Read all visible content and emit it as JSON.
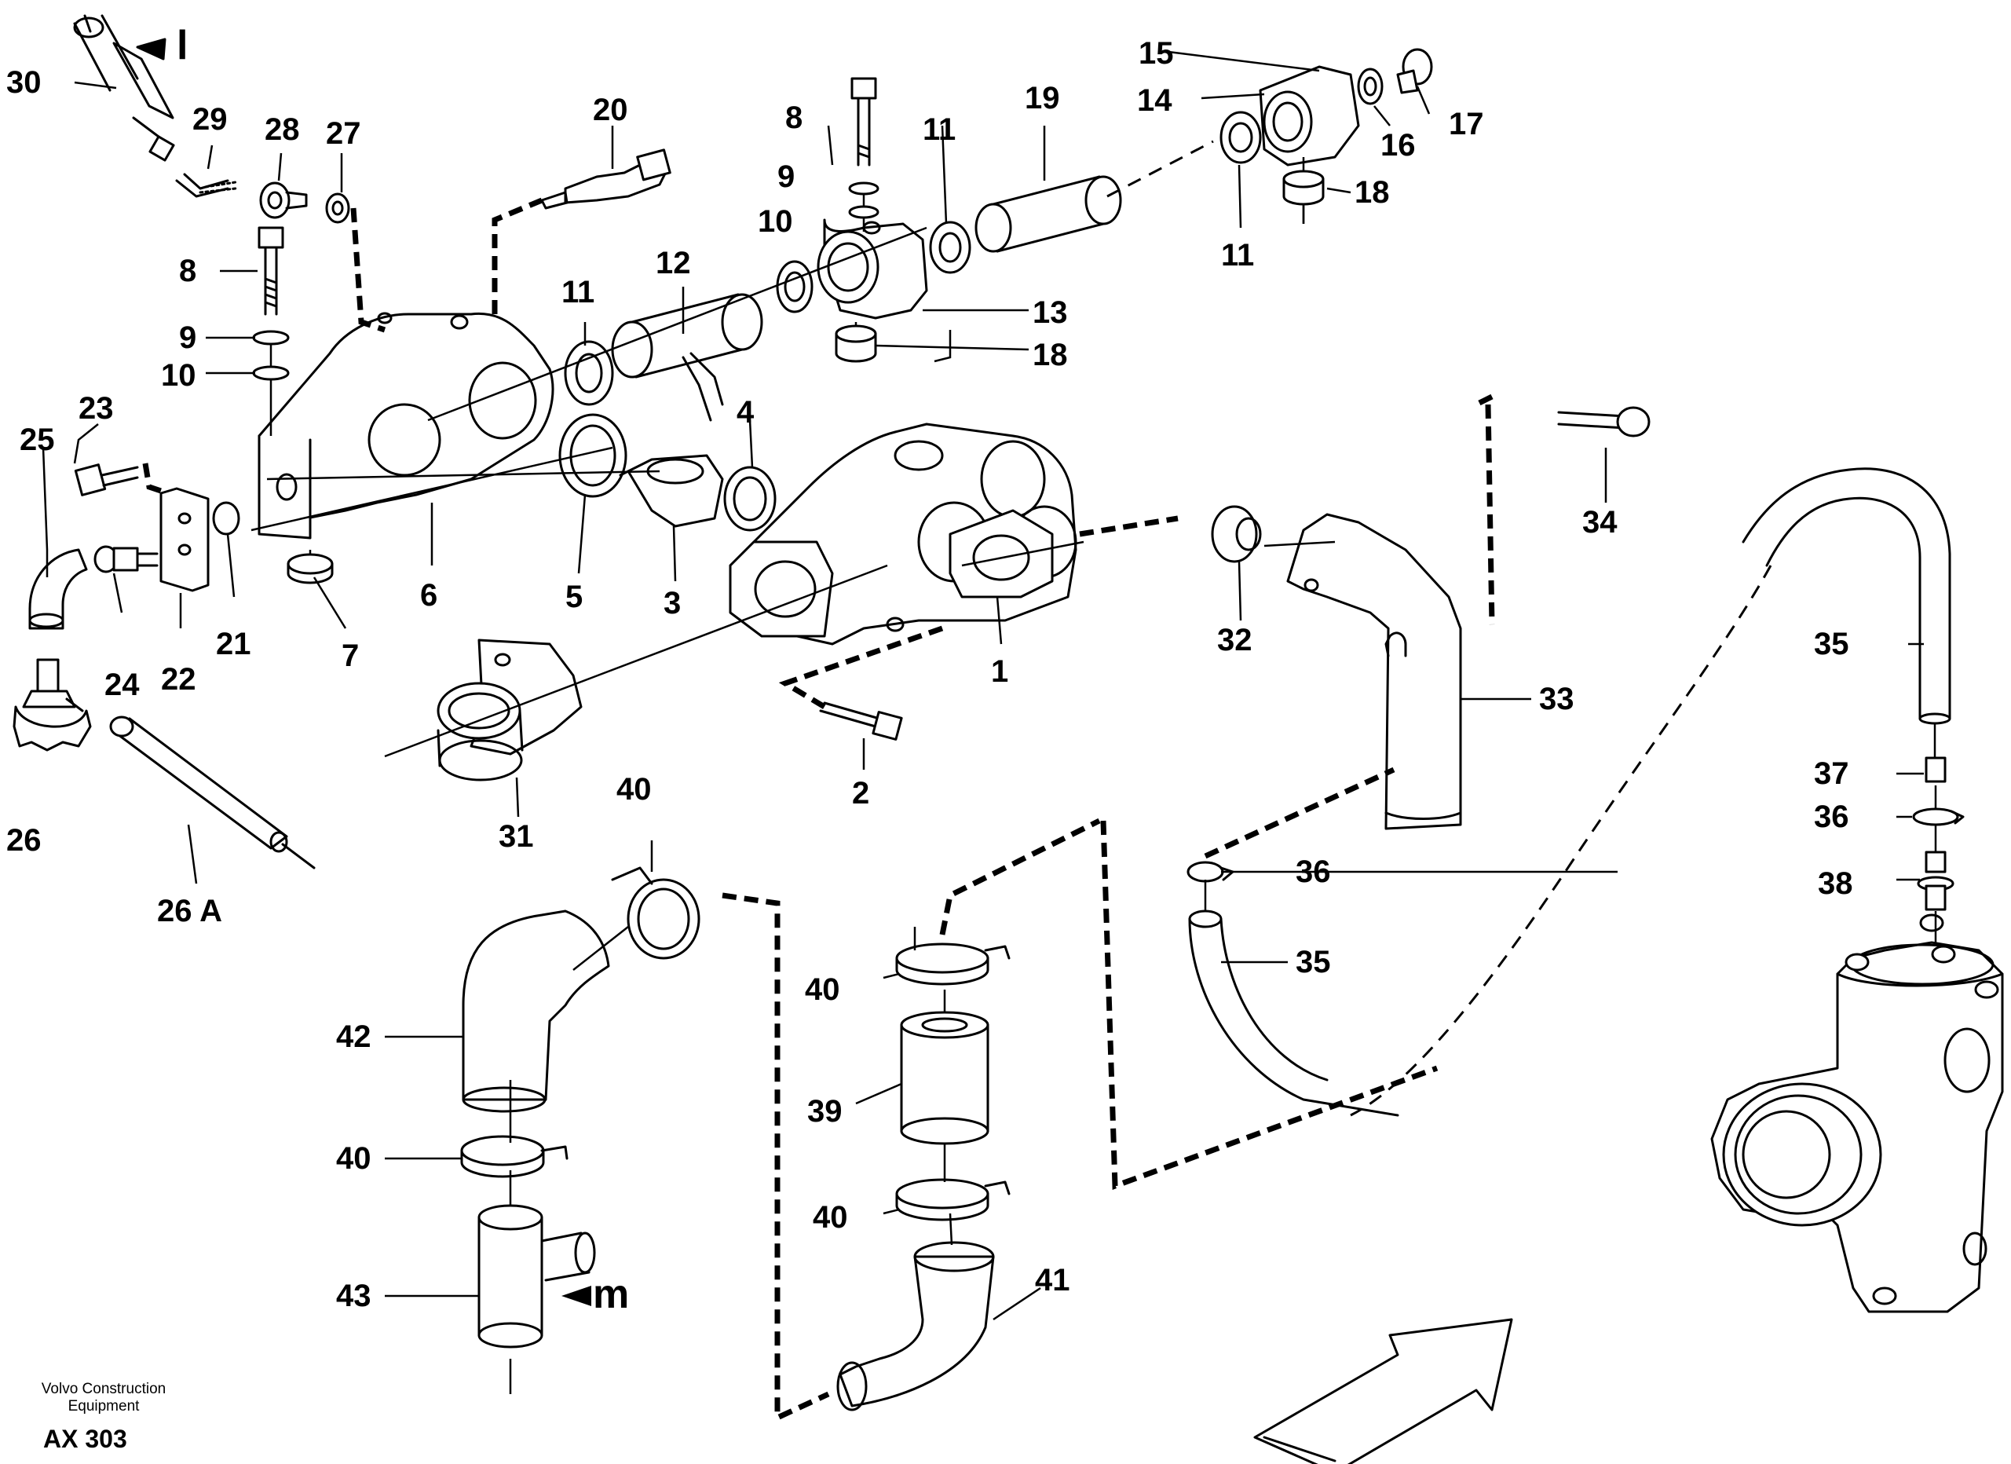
{
  "callouts": {
    "c30": "30",
    "c29": "29",
    "c28": "28",
    "c27": "27",
    "c20": "20",
    "c8a": "8",
    "c9a": "9",
    "c10a": "10",
    "c23": "23",
    "c25": "25",
    "c24": "24",
    "c22": "22",
    "c21": "21",
    "c7": "7",
    "c6": "6",
    "c5": "5",
    "c3": "3",
    "c11a": "11",
    "c12": "12",
    "c4": "4",
    "c8b": "8",
    "c9b": "9",
    "c10b": "10",
    "c11b": "11",
    "c13": "13",
    "c18a": "18",
    "c19": "19",
    "c15": "15",
    "c14": "14",
    "c16": "16",
    "c17": "17",
    "c18b": "18",
    "c11c": "11",
    "c1": "1",
    "c2": "2",
    "c26": "26",
    "c26a": "26 A",
    "c31": "31",
    "c32": "32",
    "c33": "33",
    "c34": "34",
    "c35a": "35",
    "c35b": "35",
    "c36a": "36",
    "c36b": "36",
    "c37": "37",
    "c38": "38",
    "c39": "39",
    "c40a": "40",
    "c40b": "40",
    "c40c": "40",
    "c40d": "40",
    "c41": "41",
    "c42": "42",
    "c43": "43"
  },
  "view_marks": {
    "l": "l",
    "m": "m"
  },
  "footer": {
    "company_line1": "Volvo Construction",
    "company_line2": "Equipment",
    "drawing_code": "AX 303"
  },
  "colors": {
    "line": "#000000",
    "background": "#ffffff"
  }
}
